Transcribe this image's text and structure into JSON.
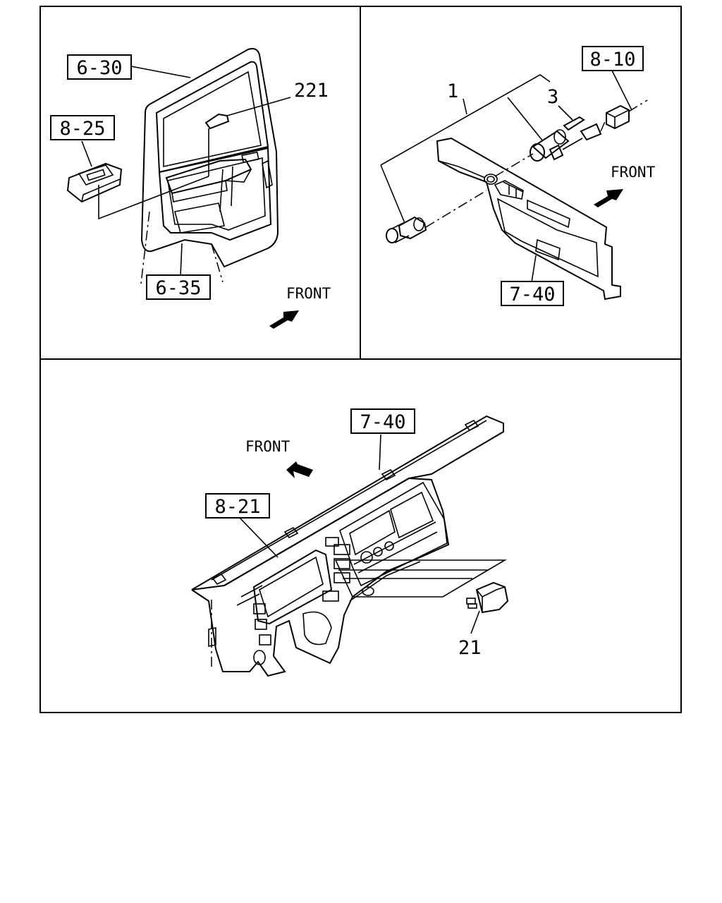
{
  "panels": {
    "door": {
      "refs": {
        "door": "6-30",
        "switch": "8-25",
        "lower": "6-35"
      },
      "parts": {
        "handle": "221"
      },
      "front_label": "FRONT"
    },
    "lighter": {
      "refs": {
        "wire": "8-10",
        "panel": "7-40"
      },
      "parts": {
        "lighter": "1",
        "element": "3"
      },
      "front_label": "FRONT"
    },
    "dash": {
      "refs": {
        "dashboard": "7-40",
        "cluster": "8-21"
      },
      "parts": {
        "switch": "21"
      },
      "front_label": "FRONT"
    }
  }
}
